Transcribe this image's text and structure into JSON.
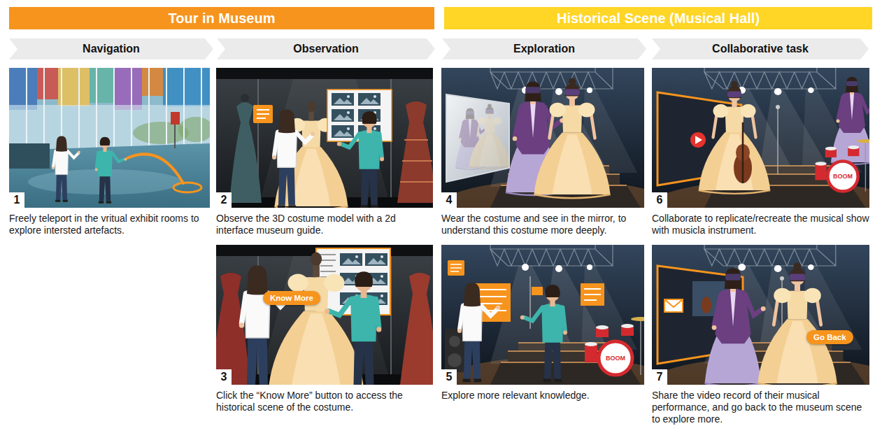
{
  "diagram": {
    "nodes": [
      {
        "text": [
          "Tour in Museum"
        ]
      },
      {
        "text": [
          "Historical Scene (Musical Hall)"
        ]
      },
      {
        "text": [
          "Navigation"
        ]
      },
      {
        "text": [
          "Observation"
        ]
      },
      {
        "text": [
          "Exploration"
        ]
      },
      {
        "text": [
          "Collaborative task"
        ]
      },
      {
        "text": [
          "1",
          "Freely teleport in the vritual exhibit rooms to explore intersted artefacts."
        ]
      },
      {
        "text": [
          "2",
          "Observe the 3D costume model with a 2d interface museum guide."
        ]
      },
      {
        "text": [
          "3",
          "Click the “Know More” button to access the historical scene of the costume."
        ]
      },
      {
        "text": [
          "Know More"
        ],
        "in": 8
      },
      {
        "text": [
          "4",
          "Wear the costume and see in the mirror, to understand this costume more deeply."
        ]
      },
      {
        "text": [
          "5",
          "Explore more relevant knowledge."
        ]
      },
      {
        "text": [
          "6",
          "Collaborate to replicate/recreate the musical show with musicla instrument."
        ]
      },
      {
        "text": [
          "7",
          "Share the video record of their musical performance, and go back to the museum scene to explore more."
        ]
      },
      {
        "text": [
          "Go Back"
        ],
        "in": 13
      }
    ],
    "labels": [
      "BOOM",
      "BOOM"
    ]
  }
}
